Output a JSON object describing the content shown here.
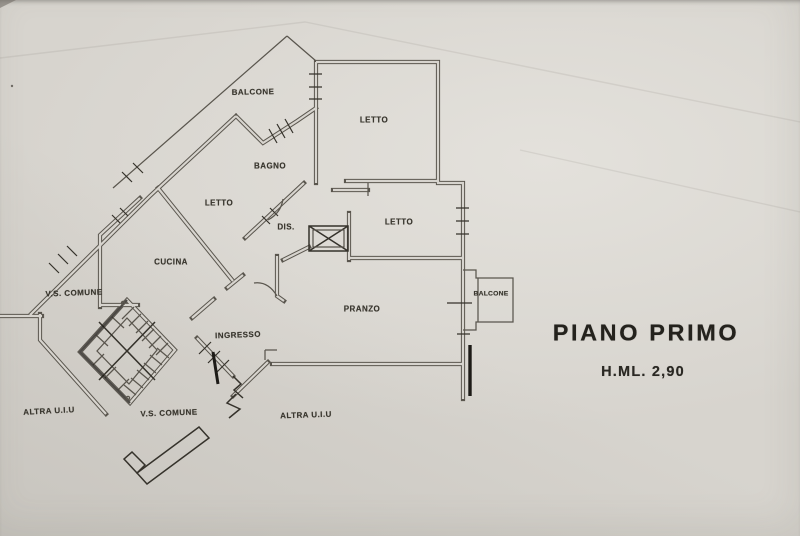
{
  "plan": {
    "rooms": {
      "balcone_top": "BALCONE",
      "letto_top": "LETTO",
      "bagno": "BAGNO",
      "letto_left": "LETTO",
      "dis": "DIS.",
      "letto_mid": "LETTO",
      "cucina": "CUCINA",
      "vs_comune_top": "V.S. COMUNE",
      "balcone_right": "BALCONE",
      "pranzo": "PRANZO",
      "ingresso": "INGRESSO",
      "altra_uiu_left": "ALTRA U.I.U",
      "vs_comune_bottom": "V.S. COMUNE",
      "altra_uiu_right": "ALTRA U.I.U"
    },
    "annotations": {
      "title": "PIANO PRIMO",
      "height_note": "H.ML. 2,90"
    },
    "colors": {
      "paper": "#d7d4ce",
      "ink": "#5a564e",
      "ink_dark": "#35322b",
      "heavy": "#1d1b17",
      "text": "#3a372f"
    }
  }
}
